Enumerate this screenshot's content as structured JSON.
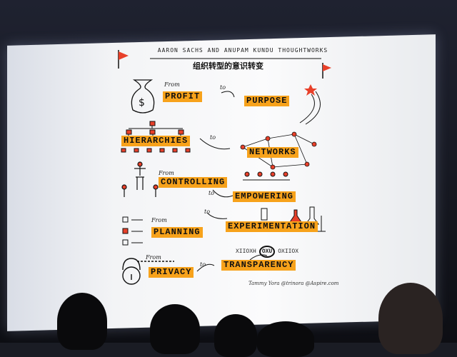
{
  "slide": {
    "header": "AARON SACHS AND ANUPAM KUNDU THOUGHTWORKS",
    "chinese_title": "组织转型的意识转变",
    "rows": [
      {
        "from": "From",
        "source": "PROFIT",
        "to": "to",
        "target": "PURPOSE"
      },
      {
        "from": "",
        "source": "HIERARCHIES",
        "to": "to",
        "target": "NETWORKS"
      },
      {
        "from": "From",
        "source": "CONTROLLING",
        "to": "to",
        "target": "EMPOWERING"
      },
      {
        "from": "From",
        "source": "PLANNING",
        "to": "to",
        "target": "EXPERIMENTATION"
      },
      {
        "from": "From",
        "source": "PRIVACY",
        "to": "to",
        "target": "TRANSPARENCY"
      }
    ],
    "lens_text": {
      "left": "XIIOXH",
      "middle": "OXU",
      "right": "OXIIOX"
    },
    "credit": "Tammy Yora @trinora @Aspire.com"
  },
  "colors": {
    "highlight": "#f7a21b",
    "accent_red": "#e8402a",
    "screen": "#f3f4f6"
  }
}
